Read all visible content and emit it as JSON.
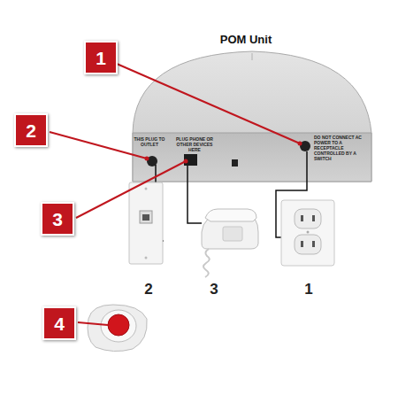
{
  "diagram": {
    "title": "POM Unit",
    "nodes": [
      {
        "text": [
          "1"
        ]
      },
      {
        "text": [
          "2"
        ]
      },
      {
        "text": [
          "3"
        ]
      },
      {
        "text": [
          "4"
        ]
      }
    ],
    "labels": [
      "THIS PLUG TO OUTLET",
      "PLUG PHONE OR OTHER DEVICES HERE",
      "DO NOT CONNECT AC POWER TO A RECEPTACLE CONTROLLED BY A SWITCH",
      "2",
      "3",
      "1"
    ]
  }
}
